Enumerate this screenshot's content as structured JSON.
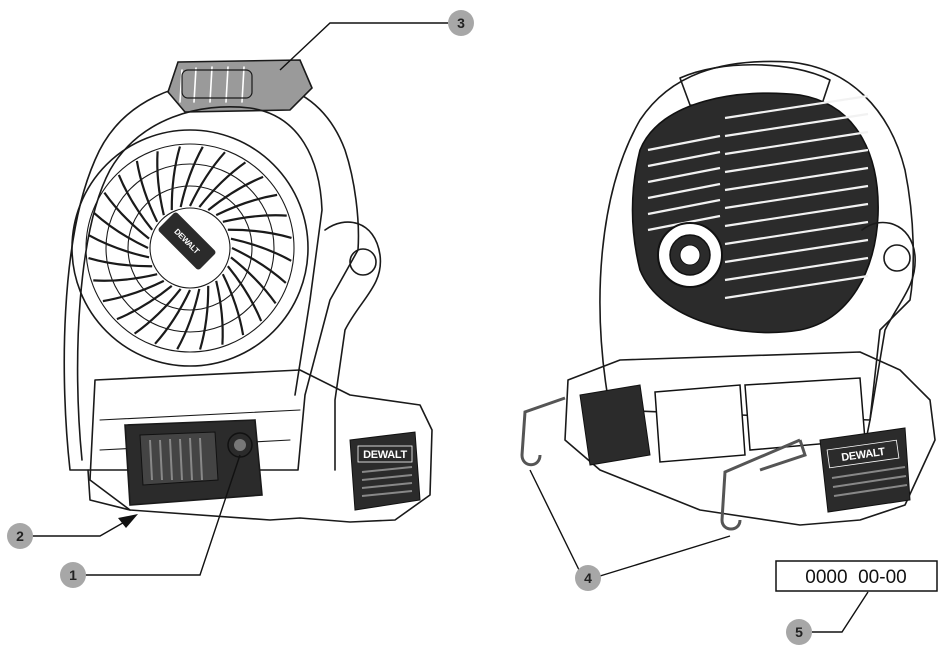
{
  "callouts": [
    {
      "number": "1"
    },
    {
      "number": "2"
    },
    {
      "number": "3"
    },
    {
      "number": "4"
    },
    {
      "number": "5"
    }
  ],
  "date_code_label": "0000  00-00",
  "brand_text": "DEWALT",
  "colors": {
    "callout_circle": "#a7a7a7",
    "line": "#1a1a1a",
    "dark_fill": "#2b2b2b",
    "handle_grey": "#9a9a9a",
    "background": "#ffffff"
  }
}
